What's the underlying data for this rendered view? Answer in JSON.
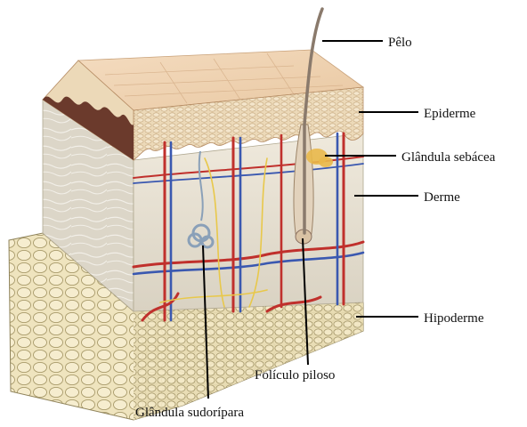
{
  "labels": {
    "pelo": "Pêlo",
    "epiderme": "Epiderme",
    "glandula_sebacea": "Glândula sebácea",
    "derme": "Derme",
    "hipoderme": "Hipoderme",
    "foliculo_piloso": "Folículo piloso",
    "glandula_sudoripara": "Glândula sudorípara"
  },
  "colors": {
    "background": "#ffffff",
    "epidermis_surface": "#f1d4b4",
    "epidermis_layer": "#e8c9a0",
    "dermis": "#e6e0d2",
    "hypodermis_fat": "#efe4be",
    "fat_cell_outline": "#a89a6a",
    "artery": "#c0302c",
    "vein": "#3a58b0",
    "nerve": "#e8c84a",
    "hair": "#8a7a6c",
    "sebaceous_gland": "#e9b84a",
    "sweat_gland": "#8aa0b8",
    "leader_line": "#000000"
  }
}
